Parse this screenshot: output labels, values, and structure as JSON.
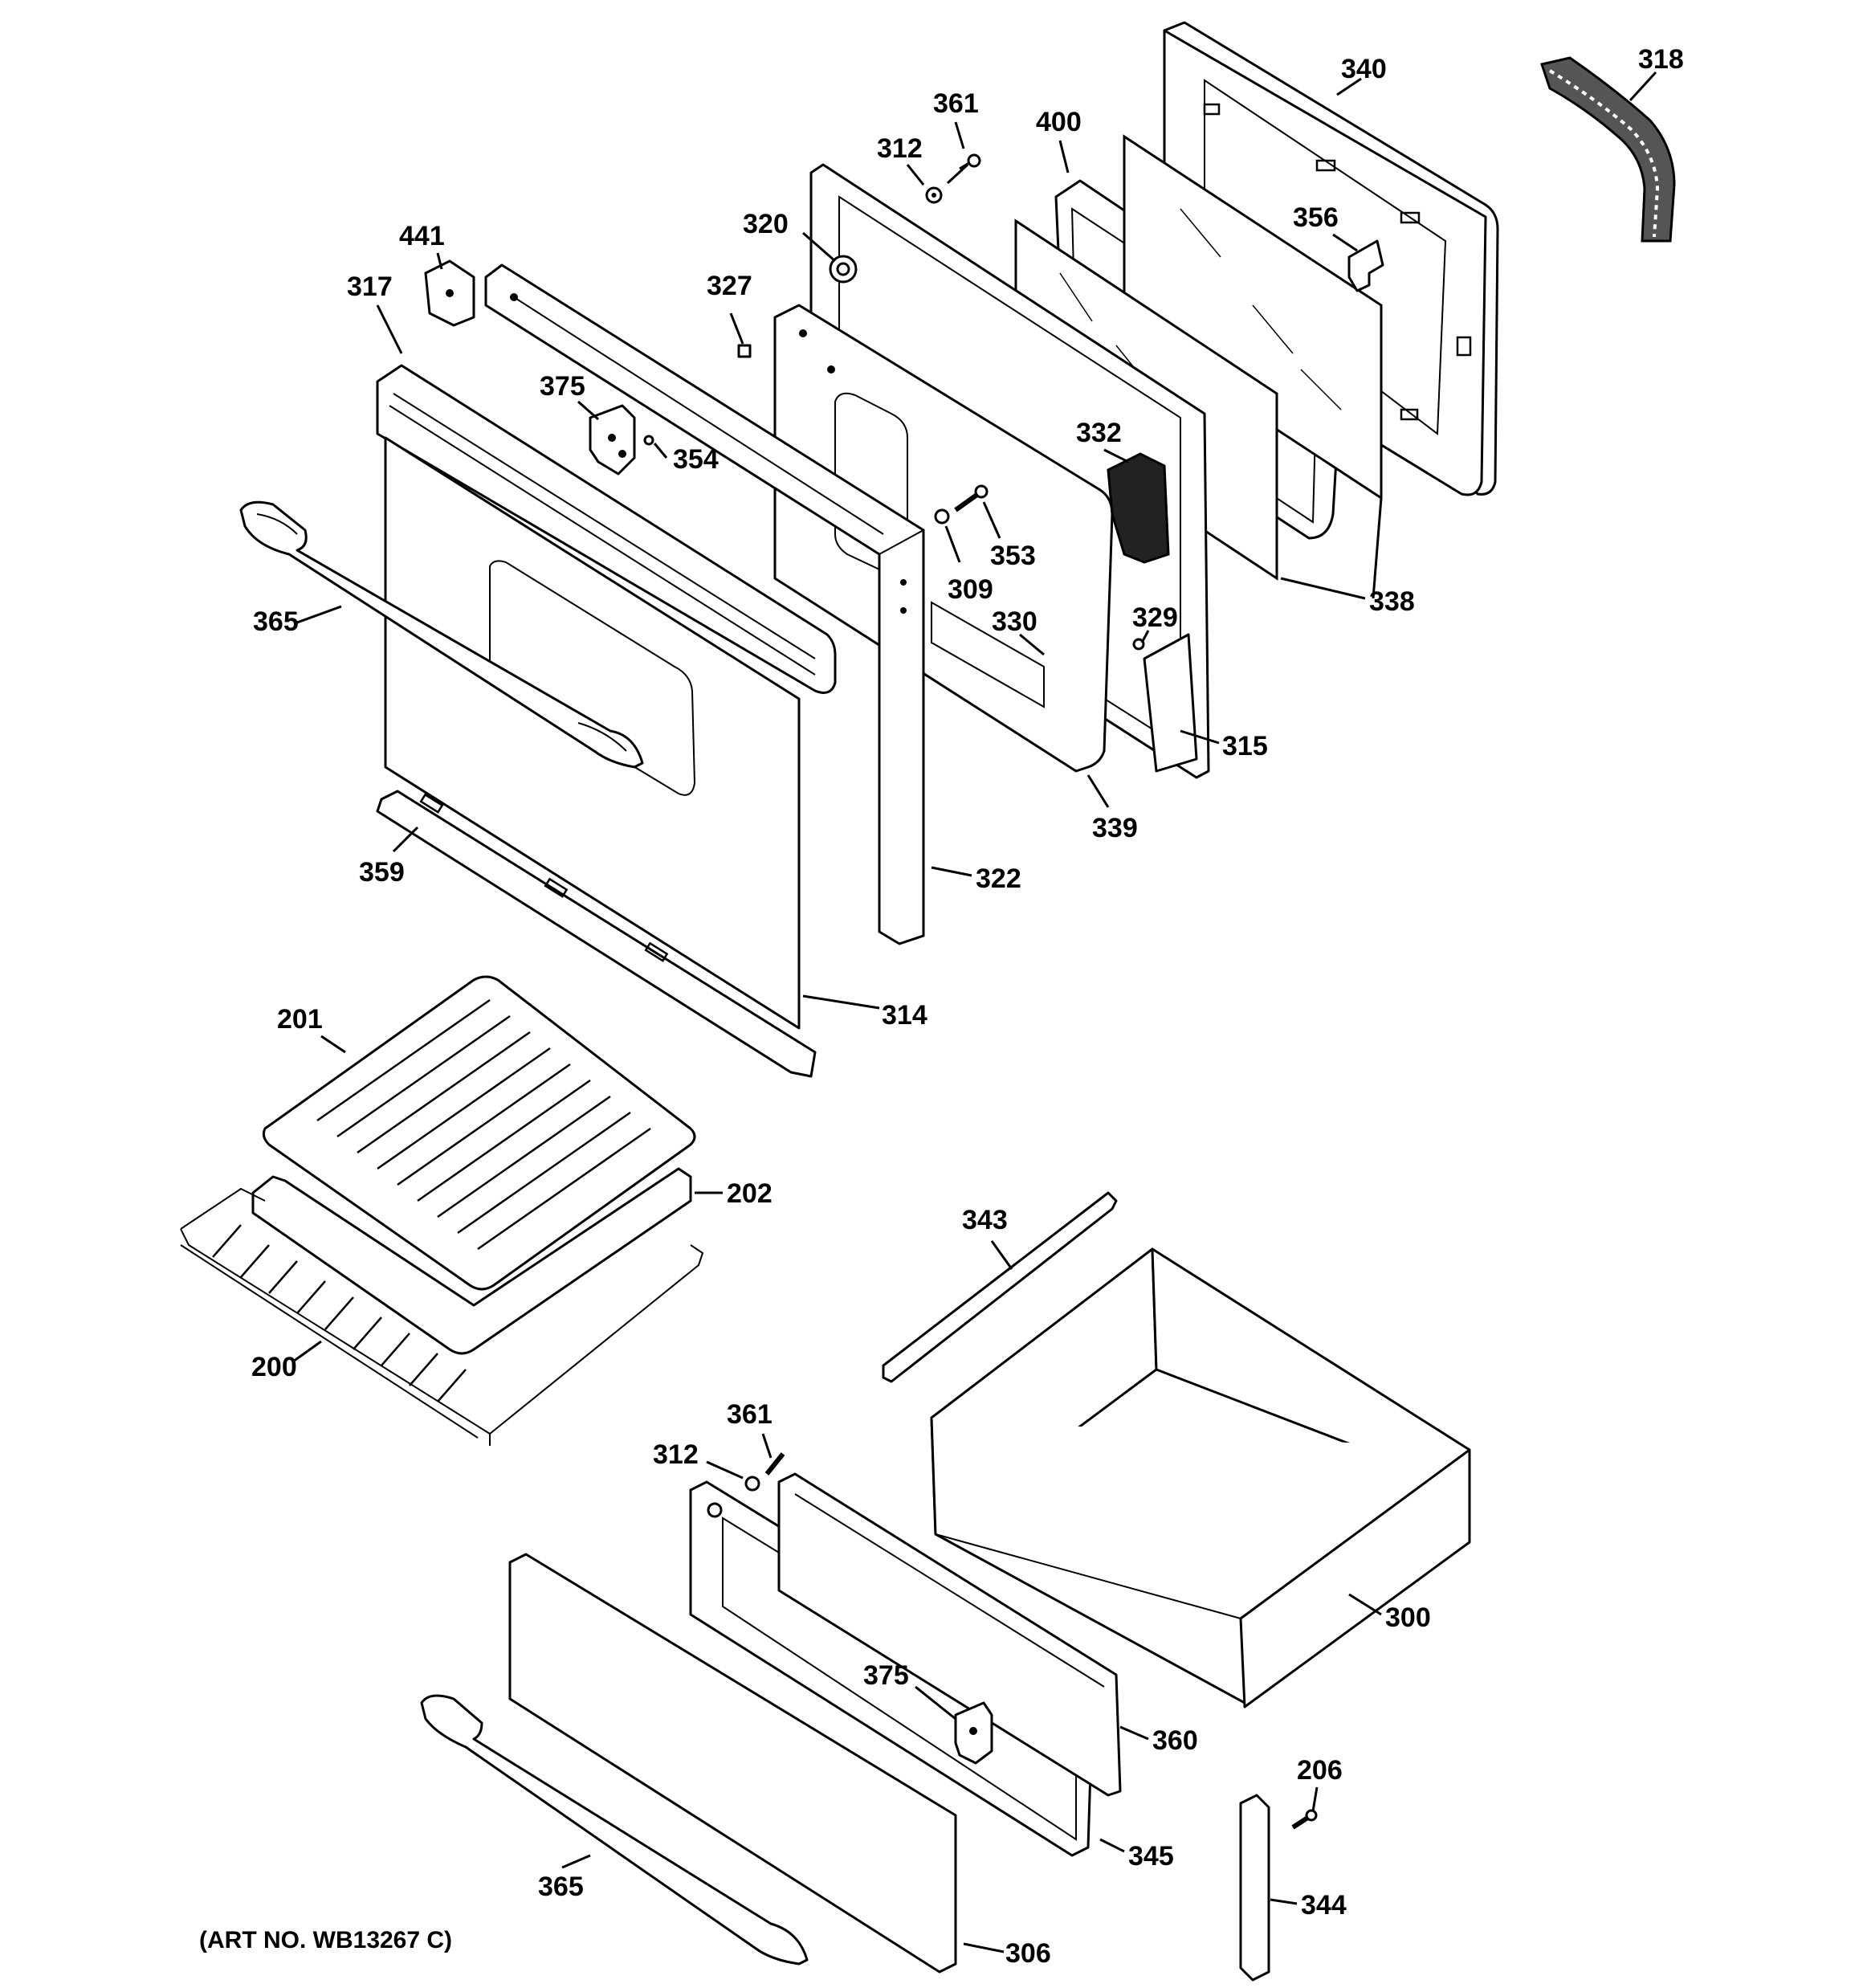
{
  "art_number": "(ART NO. WB13267 C)",
  "callouts": [
    {
      "id": "c318",
      "label": "318"
    },
    {
      "id": "c340",
      "label": "340"
    },
    {
      "id": "c400",
      "label": "400"
    },
    {
      "id": "c361a",
      "label": "361"
    },
    {
      "id": "c312a",
      "label": "312"
    },
    {
      "id": "c320",
      "label": "320"
    },
    {
      "id": "c356",
      "label": "356"
    },
    {
      "id": "c441",
      "label": "441"
    },
    {
      "id": "c317",
      "label": "317"
    },
    {
      "id": "c327",
      "label": "327"
    },
    {
      "id": "c375a",
      "label": "375"
    },
    {
      "id": "c354",
      "label": "354"
    },
    {
      "id": "c332",
      "label": "332"
    },
    {
      "id": "c353",
      "label": "353"
    },
    {
      "id": "c309",
      "label": "309"
    },
    {
      "id": "c338",
      "label": "338"
    },
    {
      "id": "c365a",
      "label": "365"
    },
    {
      "id": "c329",
      "label": "329"
    },
    {
      "id": "c330",
      "label": "330"
    },
    {
      "id": "c315",
      "label": "315"
    },
    {
      "id": "c339",
      "label": "339"
    },
    {
      "id": "c359",
      "label": "359"
    },
    {
      "id": "c322",
      "label": "322"
    },
    {
      "id": "c314",
      "label": "314"
    },
    {
      "id": "c201",
      "label": "201"
    },
    {
      "id": "c202",
      "label": "202"
    },
    {
      "id": "c343",
      "label": "343"
    },
    {
      "id": "c200",
      "label": "200"
    },
    {
      "id": "c361b",
      "label": "361"
    },
    {
      "id": "c312b",
      "label": "312"
    },
    {
      "id": "c300",
      "label": "300"
    },
    {
      "id": "c375b",
      "label": "375"
    },
    {
      "id": "c360",
      "label": "360"
    },
    {
      "id": "c206",
      "label": "206"
    },
    {
      "id": "c345",
      "label": "345"
    },
    {
      "id": "c365b",
      "label": "365"
    },
    {
      "id": "c344",
      "label": "344"
    },
    {
      "id": "c306",
      "label": "306"
    }
  ]
}
